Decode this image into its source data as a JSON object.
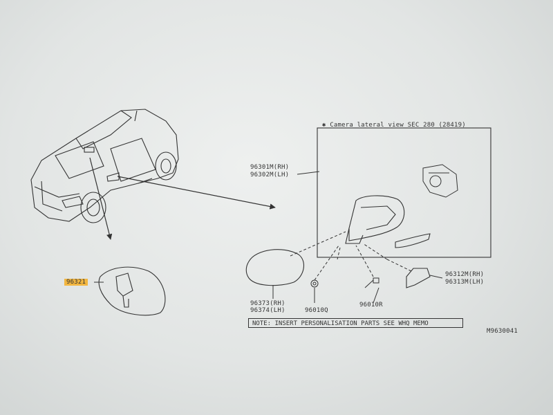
{
  "detail": {
    "title": "✱ Camera lateral view SEC 280 (28419)"
  },
  "parts": {
    "rh_lh_mirror_assy": [
      "96301M(RH)",
      "96302M(LH)"
    ],
    "inner_mirror": "96321",
    "glass": [
      "96373(RH)",
      "96374(LH)"
    ],
    "nut": "96010Q",
    "screw": "96010R",
    "cover": [
      "96312M(RH)",
      "96313M(LH)"
    ]
  },
  "note": "NOTE: INSERT PERSONALISATION PARTS SEE WHQ MEMO",
  "figure_id": "M9630041"
}
